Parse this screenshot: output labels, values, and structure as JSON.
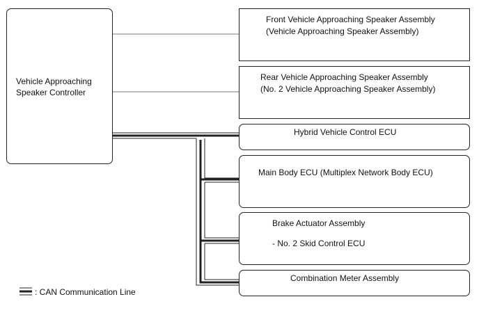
{
  "controller": {
    "line1": "Vehicle Approaching",
    "line2": "Speaker Controller"
  },
  "front_speaker": {
    "line1": "Front Vehicle Approaching Speaker Assembly",
    "line2": "(Vehicle Approaching Speaker Assembly)"
  },
  "rear_speaker": {
    "line1": "Rear Vehicle Approaching Speaker Assembly",
    "line2": "(No. 2 Vehicle Approaching Speaker Assembly)"
  },
  "hybrid_ecu": {
    "label": "Hybrid Vehicle Control ECU"
  },
  "main_body_ecu": {
    "label": "Main Body ECU (Multiplex Network Body ECU)"
  },
  "brake_actuator": {
    "line1": "Brake Actuator Assembly",
    "line2": "- No. 2 Skid Control ECU"
  },
  "combination_meter": {
    "label": "Combination Meter Assembly"
  },
  "legend": {
    "can_label": ": CAN Communication Line",
    "line_color": "#222222"
  }
}
